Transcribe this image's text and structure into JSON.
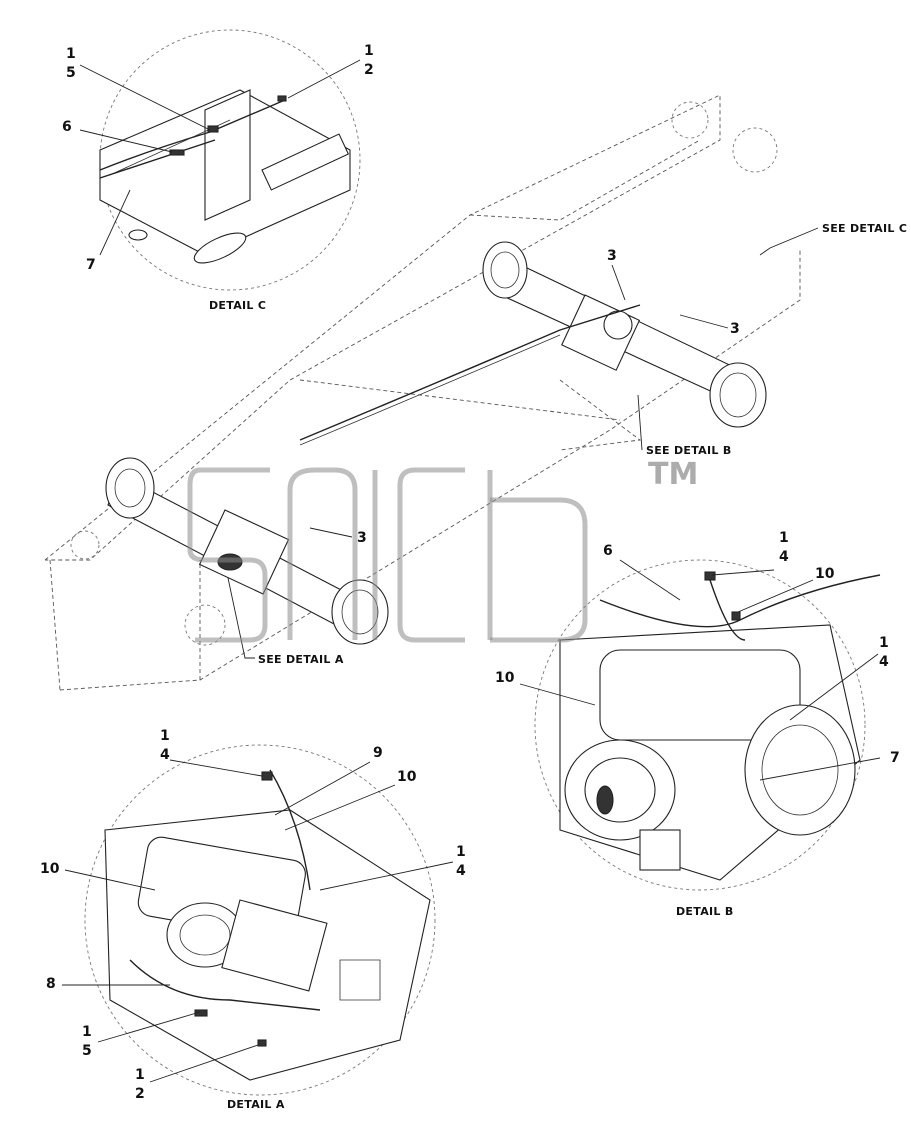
{
  "detail_labels": {
    "detail_a": "DETAIL A",
    "detail_b": "DETAIL B",
    "detail_c": "DETAIL C"
  },
  "references": {
    "see_detail_a": "SEE DETAIL A",
    "see_detail_b": "SEE DETAIL B",
    "see_detail_c": "SEE DETAIL C"
  },
  "callouts": {
    "main": [
      {
        "line1": "3",
        "line2": ""
      },
      {
        "line1": "3",
        "line2": ""
      },
      {
        "line1": "3",
        "line2": ""
      }
    ],
    "detail_c": [
      {
        "line1": "1",
        "line2": "5"
      },
      {
        "line1": "1",
        "line2": "2"
      },
      {
        "line1": "6",
        "line2": ""
      },
      {
        "line1": "7",
        "line2": ""
      }
    ],
    "detail_b": [
      {
        "line1": "6",
        "line2": ""
      },
      {
        "line1": "1",
        "line2": "4"
      },
      {
        "line1": "10",
        "line2": ""
      },
      {
        "line1": "10",
        "line2": ""
      },
      {
        "line1": "1",
        "line2": "4"
      },
      {
        "line1": "7",
        "line2": ""
      }
    ],
    "detail_a": [
      {
        "line1": "1",
        "line2": "4"
      },
      {
        "line1": "9",
        "line2": ""
      },
      {
        "line1": "10",
        "line2": ""
      },
      {
        "line1": "10",
        "line2": ""
      },
      {
        "line1": "1",
        "line2": "4"
      },
      {
        "line1": "8",
        "line2": ""
      },
      {
        "line1": "1",
        "line2": "5"
      },
      {
        "line1": "1",
        "line2": "2"
      }
    ]
  },
  "watermark": {
    "text": "TM",
    "color": "#8a8a8a"
  },
  "colors": {
    "line": "#222222",
    "background": "#ffffff"
  }
}
